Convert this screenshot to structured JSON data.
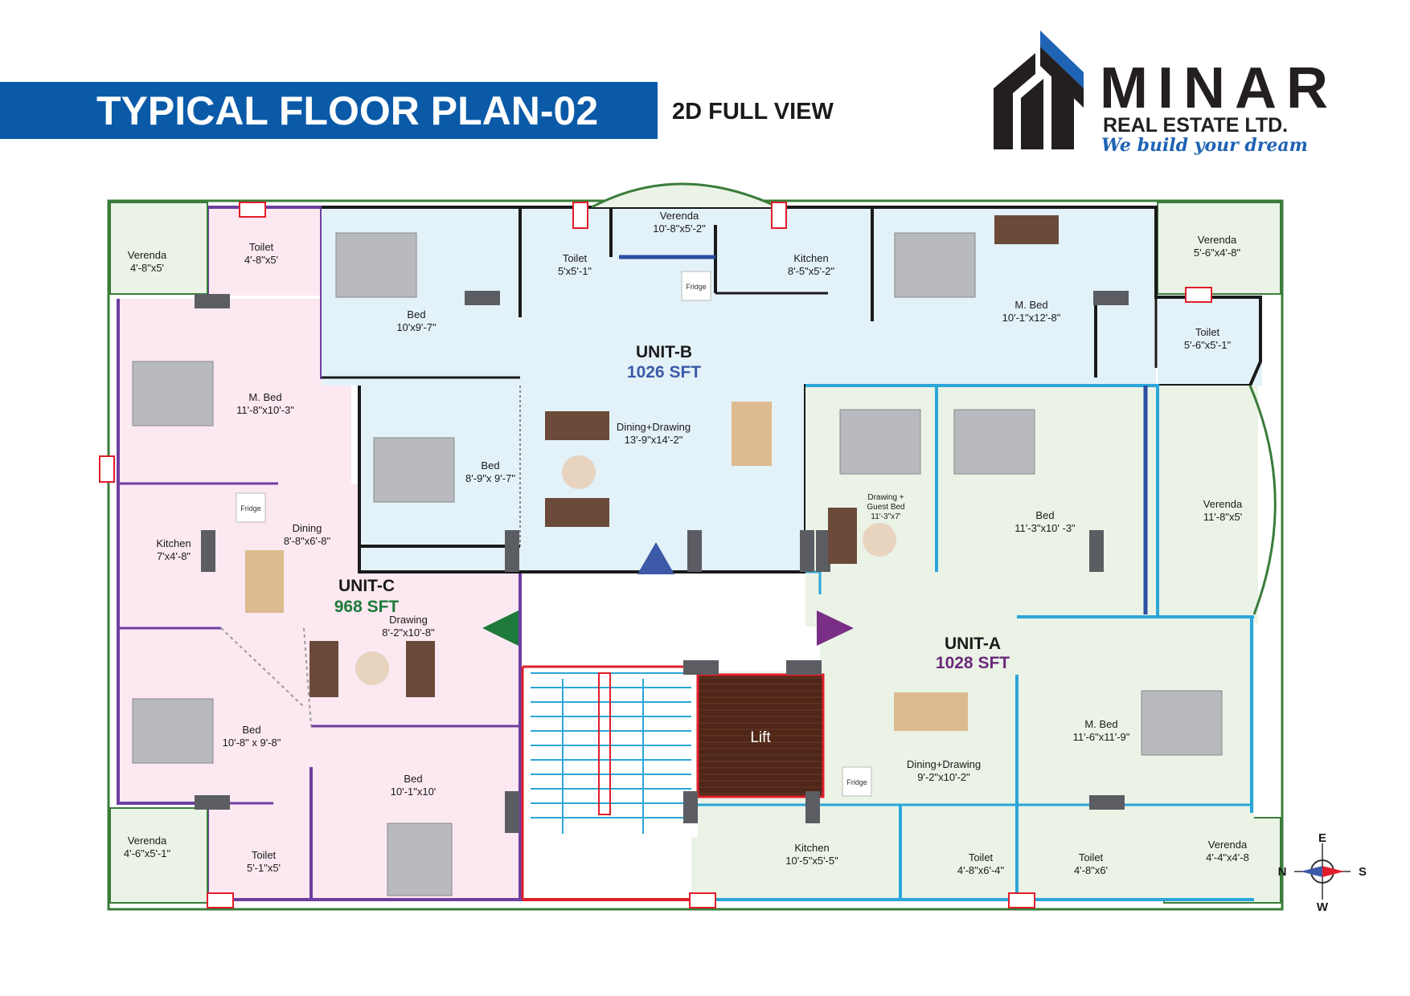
{
  "header": {
    "title": "TYPICAL FLOOR PLAN-02",
    "subtitle": "2D FULL VIEW"
  },
  "brand": {
    "name": "MINAR",
    "sub": "REAL ESTATE LTD.",
    "tagline": "We build your dream"
  },
  "units": {
    "a": {
      "label": "UNIT-A",
      "area": "1028 SFT",
      "color": "#6b2a7a"
    },
    "b": {
      "label": "UNIT-B",
      "area": "1026 SFT",
      "color": "#3d5aa8"
    },
    "c": {
      "label": "UNIT-C",
      "area": "968 SFT",
      "color": "#1e7a3a"
    }
  },
  "rooms": {
    "c_verenda_top": {
      "name": "Verenda",
      "dim": "4'-8\"x5'"
    },
    "c_toilet_top": {
      "name": "Toilet",
      "dim": "4'-8\"x5'"
    },
    "c_mbed": {
      "name": "M. Bed",
      "dim": "11'-8\"x10'-3\""
    },
    "c_kitchen": {
      "name": "Kitchen",
      "dim": "7'x4'-8\""
    },
    "c_dining": {
      "name": "Dining",
      "dim": "8'-8\"x6'-8\""
    },
    "c_drawing": {
      "name": "Drawing",
      "dim": "8'-2\"x10'-8\""
    },
    "c_bed1": {
      "name": "Bed",
      "dim": "10'-8\" x 9'-8\""
    },
    "c_bed2": {
      "name": "Bed",
      "dim": "10'-1\"x10'"
    },
    "c_verenda_bottom": {
      "name": "Verenda",
      "dim": "4'-6\"x5'-1\""
    },
    "c_toilet_bottom": {
      "name": "Toilet",
      "dim": "5'-1\"x5'"
    },
    "b_bed1": {
      "name": "Bed",
      "dim": "10'x9'-7\""
    },
    "b_toilet1": {
      "name": "Toilet",
      "dim": "5'x5'-1\""
    },
    "b_verenda": {
      "name": "Verenda",
      "dim": "10'-8\"x5'-2\""
    },
    "b_kitchen": {
      "name": "Kitchen",
      "dim": "8'-5\"x5'-2\""
    },
    "b_mbed": {
      "name": "M. Bed",
      "dim": "10'-1\"x12'-8\""
    },
    "b_verenda2": {
      "name": "Verenda",
      "dim": "5'-6\"x4'-8\""
    },
    "b_toilet2": {
      "name": "Toilet",
      "dim": "5'-6\"x5'-1\""
    },
    "b_dining": {
      "name": "Dining+Drawing",
      "dim": "13'-9\"x14'-2\""
    },
    "b_bed2": {
      "name": "Bed",
      "dim": "8'-9\"x 9'-7\""
    },
    "a_drawing": {
      "name": "Drawing +",
      "name2": "Guest Bed",
      "dim": "11'-3\"x7'"
    },
    "a_bed": {
      "name": "Bed",
      "dim": "11'-3\"x10' -3\""
    },
    "a_verenda": {
      "name": "Verenda",
      "dim": "11'-8\"x5'"
    },
    "a_mbed": {
      "name": "M. Bed",
      "dim": "11'-6\"x11'-9\""
    },
    "a_dining": {
      "name": "Dining+Drawing",
      "dim": "9'-2\"x10'-2\""
    },
    "a_kitchen": {
      "name": "Kitchen",
      "dim": "10'-5\"x5'-5\""
    },
    "a_toilet1": {
      "name": "Toilet",
      "dim": "4'-8\"x6'-4\""
    },
    "a_toilet2": {
      "name": "Toilet",
      "dim": "4'-8\"x6'"
    },
    "a_verenda2": {
      "name": "Verenda",
      "dim": "4'-4\"x4'-8"
    }
  },
  "lift": "Lift",
  "fridge": "Fridge",
  "compass": {
    "n": "N",
    "s": "S",
    "e": "E",
    "w": "W"
  },
  "colors": {
    "title_bar": "#0a5aa8",
    "unit_a_fill": "#eaf3e6",
    "unit_b_fill": "#e3f1f8",
    "unit_c_fill": "#fbe8f1",
    "lift": "#4a2416",
    "arrow_a": "#7a2f86",
    "arrow_b": "#3d5aa8",
    "arrow_c": "#1e7a3a"
  }
}
